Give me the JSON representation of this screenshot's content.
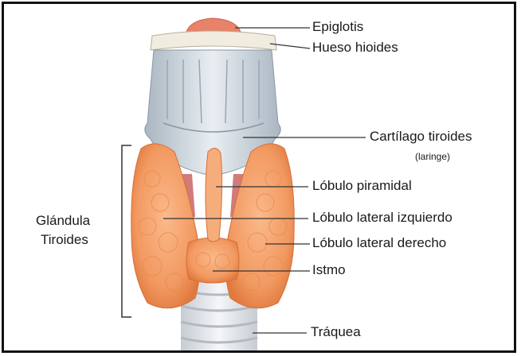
{
  "labels": {
    "epiglotis": "Epiglotis",
    "hueso_hioides": "Hueso hioides",
    "cartilago_tiroides": "Cartílago tiroides",
    "laringe": "(laringe)",
    "lobulo_piramidal": "Lóbulo piramidal",
    "glandula": "Glándula",
    "tiroides": "Tiroides",
    "lobulo_lateral_izquierdo": "Lóbulo lateral izquierdo",
    "lobulo_lateral_derecho": "Lóbulo lateral derecho",
    "istmo": "Istmo",
    "traquea": "Tráquea"
  },
  "colors": {
    "gland": "#f29a62",
    "gland_dark": "#e07a3f",
    "cartilage": "#c9d3dc",
    "trachea": "#e2e6ea",
    "epiglottis": "#e8826a",
    "leader": "#333333"
  }
}
